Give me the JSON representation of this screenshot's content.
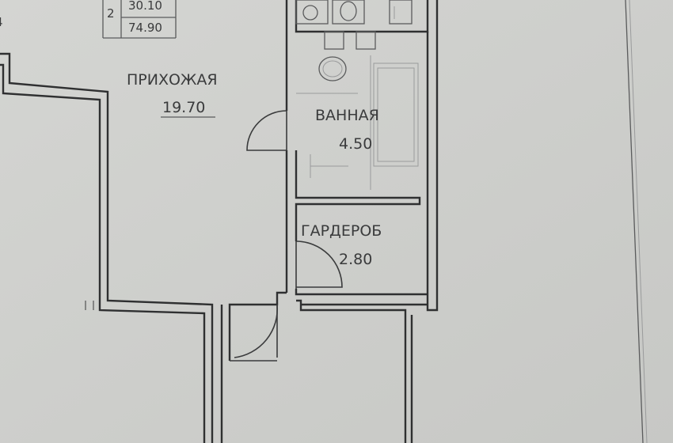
{
  "area_table": {
    "row_number": "2",
    "value_top": "30.10",
    "value_total": "74.90",
    "edge_digit": "4"
  },
  "rooms": {
    "hallway": {
      "name": "ПРИХОЖАЯ",
      "area": "19.70"
    },
    "bathroom": {
      "name": "ВАННАЯ",
      "area": "4.50"
    },
    "wardrobe": {
      "name": "ГАРДЕРОБ",
      "area": "2.80"
    }
  },
  "colors": {
    "paper": "#cfd0cd",
    "ink": "#2f3031"
  }
}
